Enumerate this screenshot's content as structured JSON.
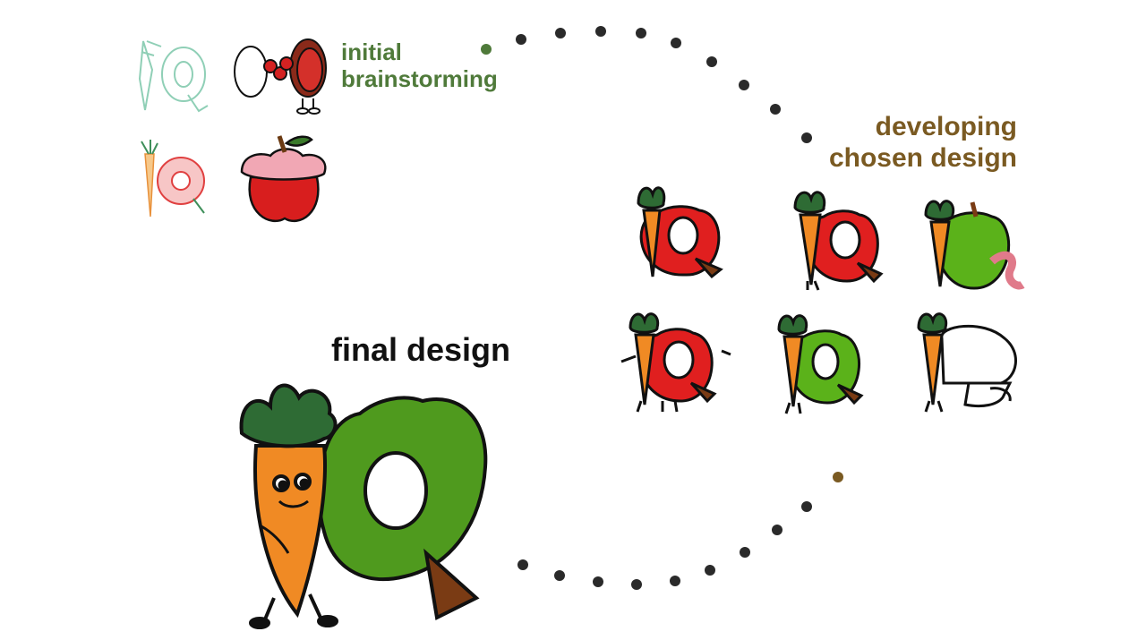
{
  "stages": {
    "brainstorm": "initial\nbrainstorming",
    "developing": "developing\nchosen design",
    "final": "final design"
  },
  "colors": {
    "brainstorm_label": "#4f7a3a",
    "developing_label": "#7a5a22",
    "final_label": "#111111",
    "carrot": "#f08a24",
    "leaf": "#2e6b34",
    "apple_red": "#e02020",
    "apple_green": "#5bb21a",
    "final_green": "#4f9a1e",
    "stem": "#7a3b14"
  },
  "drawings": {
    "brainstorm": [
      "carrot-q-sketch",
      "bean-boxers-sketch",
      "carrot-donut-sketch",
      "apple-cake-sketch"
    ],
    "developing": [
      "carrot-red-apple-1",
      "carrot-red-apple-2",
      "carrot-green-apple-worm",
      "carrot-red-apple-3",
      "carrot-green-apple",
      "carrot-mushroom"
    ],
    "final": "carrot-green-apple-final"
  }
}
